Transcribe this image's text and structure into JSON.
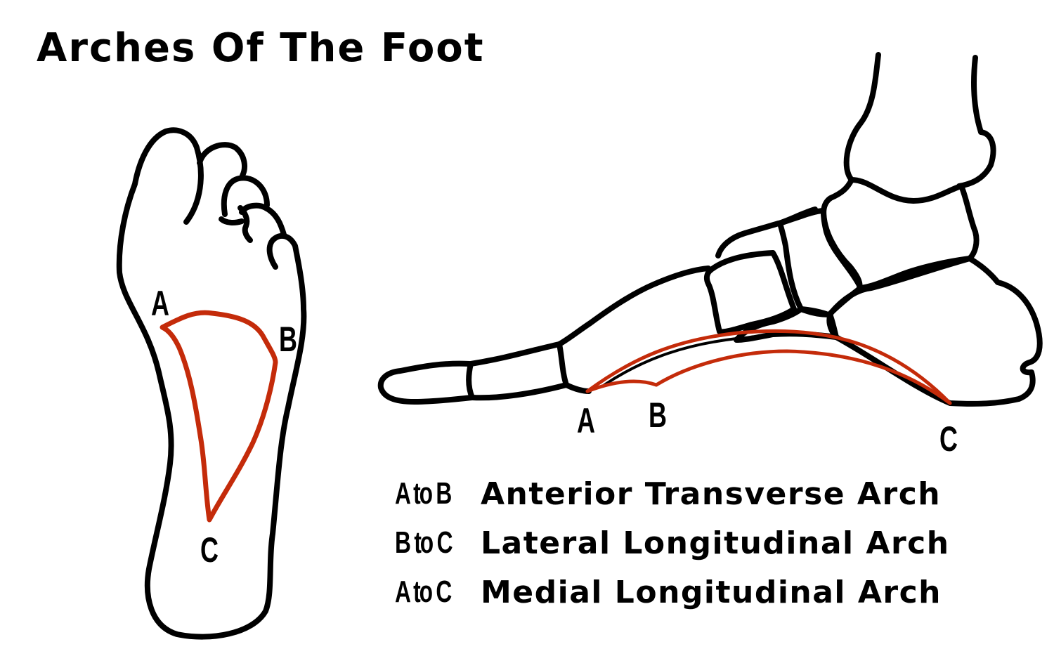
{
  "title": "Arches Of The Foot",
  "colors": {
    "outline": "#000000",
    "arch": "#c42b0a",
    "background": "#ffffff"
  },
  "sole_view": {
    "labels": {
      "a": "A",
      "b": "B",
      "c": "C"
    }
  },
  "side_view": {
    "labels": {
      "a": "A",
      "b": "B",
      "c": "C"
    }
  },
  "legend": [
    {
      "key": "A to B",
      "text": "Anterior Transverse Arch"
    },
    {
      "key": "B to C",
      "text": "Lateral Longitudinal Arch"
    },
    {
      "key": "A to C",
      "text": "Medial Longitudinal Arch"
    }
  ]
}
